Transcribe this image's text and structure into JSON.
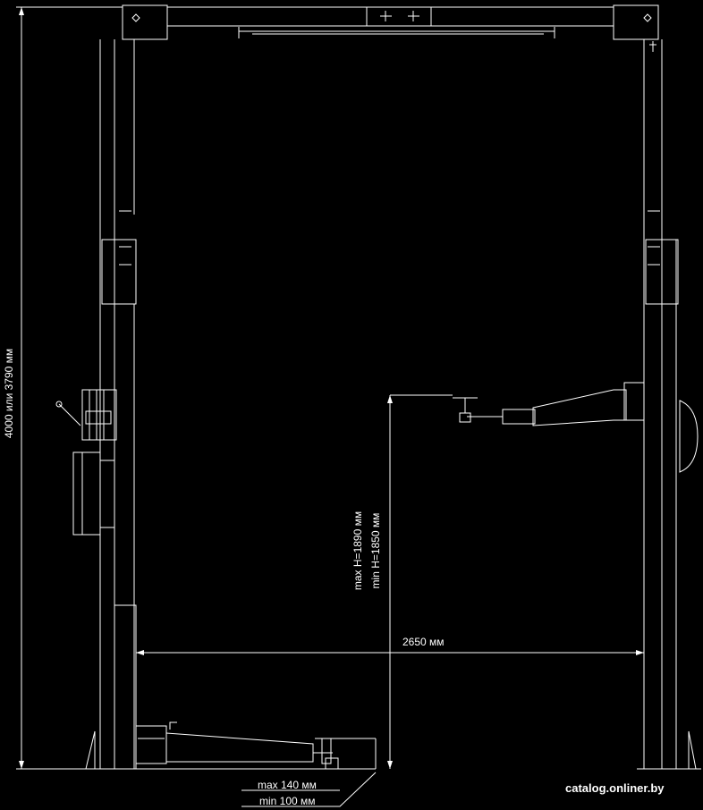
{
  "dimensions": {
    "total_height_label": "4000 или 3790 мм",
    "width_between_columns_label": "2650 мм",
    "max_lift_label": "max H=1890 мм",
    "min_lift_label": "min H=1850 мм",
    "max_pickup_label": "max 140 мм",
    "min_pickup_label": "min 100 мм"
  },
  "watermark": "catalog.onliner.by",
  "colors": {
    "background": "#000000",
    "lines": "#ffffff"
  }
}
